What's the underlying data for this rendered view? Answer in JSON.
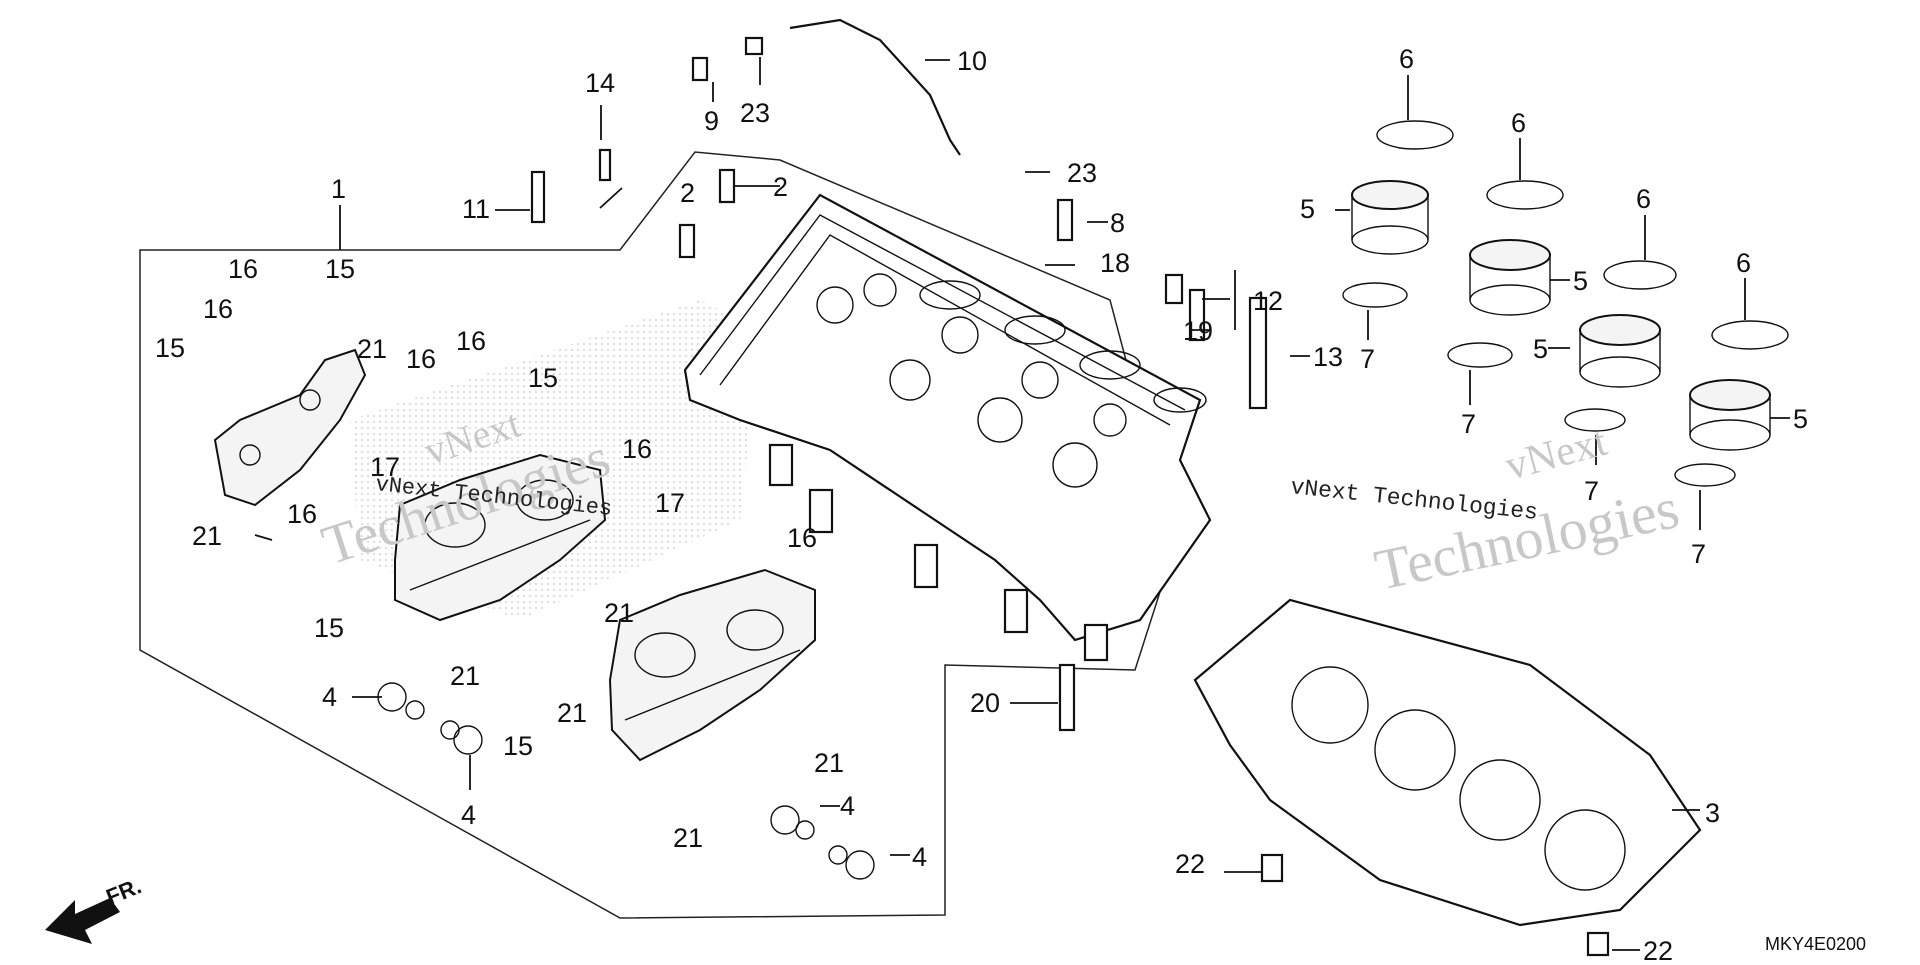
{
  "diagram": {
    "diagram_code": "MKY4E0200",
    "direction_label": "FR.",
    "watermarks": [
      "vNext",
      "Technologies",
      "vNext Technologies"
    ],
    "callouts": [
      {
        "id": "c1",
        "label": "1"
      },
      {
        "id": "c2a",
        "label": "2"
      },
      {
        "id": "c2b",
        "label": "2"
      },
      {
        "id": "c3",
        "label": "3"
      },
      {
        "id": "c4a",
        "label": "4"
      },
      {
        "id": "c4b",
        "label": "4"
      },
      {
        "id": "c4c",
        "label": "4"
      },
      {
        "id": "c4d",
        "label": "4"
      },
      {
        "id": "c5a",
        "label": "5"
      },
      {
        "id": "c5b",
        "label": "5"
      },
      {
        "id": "c5c",
        "label": "5"
      },
      {
        "id": "c5d",
        "label": "5"
      },
      {
        "id": "c6a",
        "label": "6"
      },
      {
        "id": "c6b",
        "label": "6"
      },
      {
        "id": "c6c",
        "label": "6"
      },
      {
        "id": "c6d",
        "label": "6"
      },
      {
        "id": "c7a",
        "label": "7"
      },
      {
        "id": "c7b",
        "label": "7"
      },
      {
        "id": "c7c",
        "label": "7"
      },
      {
        "id": "c7d",
        "label": "7"
      },
      {
        "id": "c8",
        "label": "8"
      },
      {
        "id": "c9",
        "label": "9"
      },
      {
        "id": "c10",
        "label": "10"
      },
      {
        "id": "c11",
        "label": "11"
      },
      {
        "id": "c12",
        "label": "12"
      },
      {
        "id": "c13",
        "label": "13"
      },
      {
        "id": "c14",
        "label": "14"
      },
      {
        "id": "c15a",
        "label": "15"
      },
      {
        "id": "c15b",
        "label": "15"
      },
      {
        "id": "c15c",
        "label": "15"
      },
      {
        "id": "c15d",
        "label": "15"
      },
      {
        "id": "c15e",
        "label": "15"
      },
      {
        "id": "c16a",
        "label": "16"
      },
      {
        "id": "c16b",
        "label": "16"
      },
      {
        "id": "c16c",
        "label": "16"
      },
      {
        "id": "c16d",
        "label": "16"
      },
      {
        "id": "c16e",
        "label": "16"
      },
      {
        "id": "c16f",
        "label": "16"
      },
      {
        "id": "c16g",
        "label": "16"
      },
      {
        "id": "c17a",
        "label": "17"
      },
      {
        "id": "c17b",
        "label": "17"
      },
      {
        "id": "c18",
        "label": "18"
      },
      {
        "id": "c19",
        "label": "19"
      },
      {
        "id": "c20",
        "label": "20"
      },
      {
        "id": "c21a",
        "label": "21"
      },
      {
        "id": "c21b",
        "label": "21"
      },
      {
        "id": "c21c",
        "label": "21"
      },
      {
        "id": "c21d",
        "label": "21"
      },
      {
        "id": "c21e",
        "label": "21"
      },
      {
        "id": "c21f",
        "label": "21"
      },
      {
        "id": "c21g",
        "label": "21"
      },
      {
        "id": "c22a",
        "label": "22"
      },
      {
        "id": "c22b",
        "label": "22"
      },
      {
        "id": "c23a",
        "label": "23"
      },
      {
        "id": "c23b",
        "label": "23"
      }
    ]
  }
}
